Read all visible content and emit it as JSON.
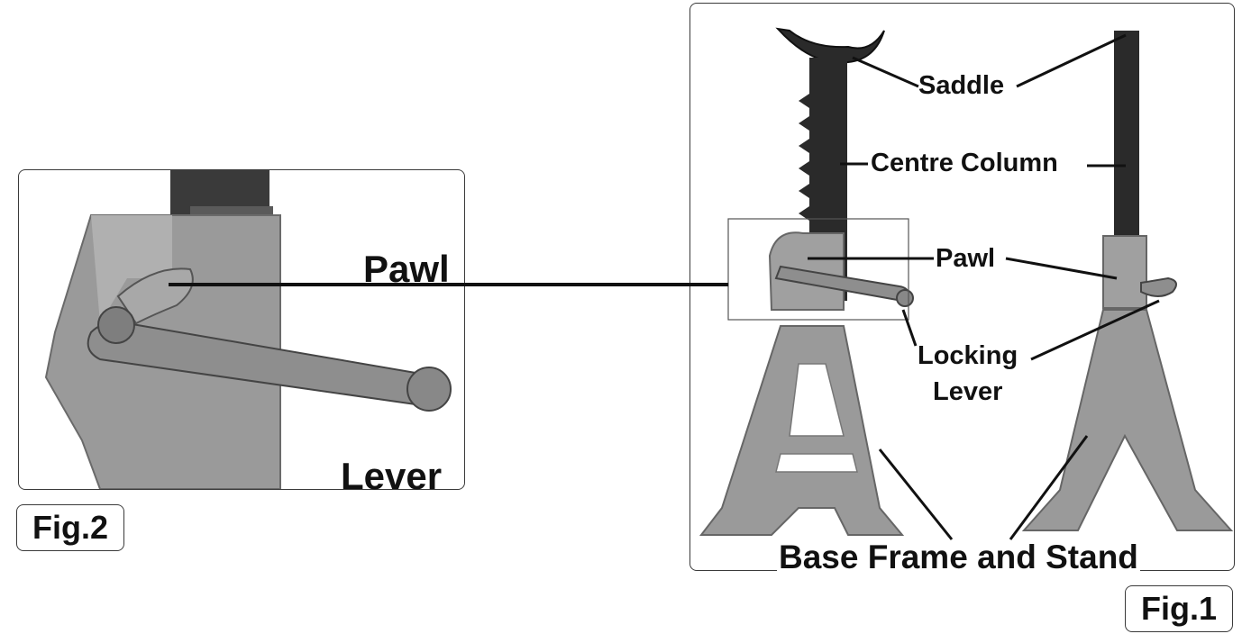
{
  "fig1": {
    "label": "Fig.1",
    "callouts": {
      "saddle": "Saddle",
      "centre_column": "Centre Column",
      "pawl": "Pawl",
      "locking_lever_line1": "Locking",
      "locking_lever_line2": "Lever",
      "base_frame": "Base Frame and Stand"
    }
  },
  "fig2": {
    "label": "Fig.2",
    "callouts": {
      "pawl": "Pawl",
      "lever": "Lever"
    }
  },
  "colors": {
    "stand_grey": "#9a9a9a",
    "column_dark": "#2a2a2a",
    "outline": "#3a3a3a"
  }
}
